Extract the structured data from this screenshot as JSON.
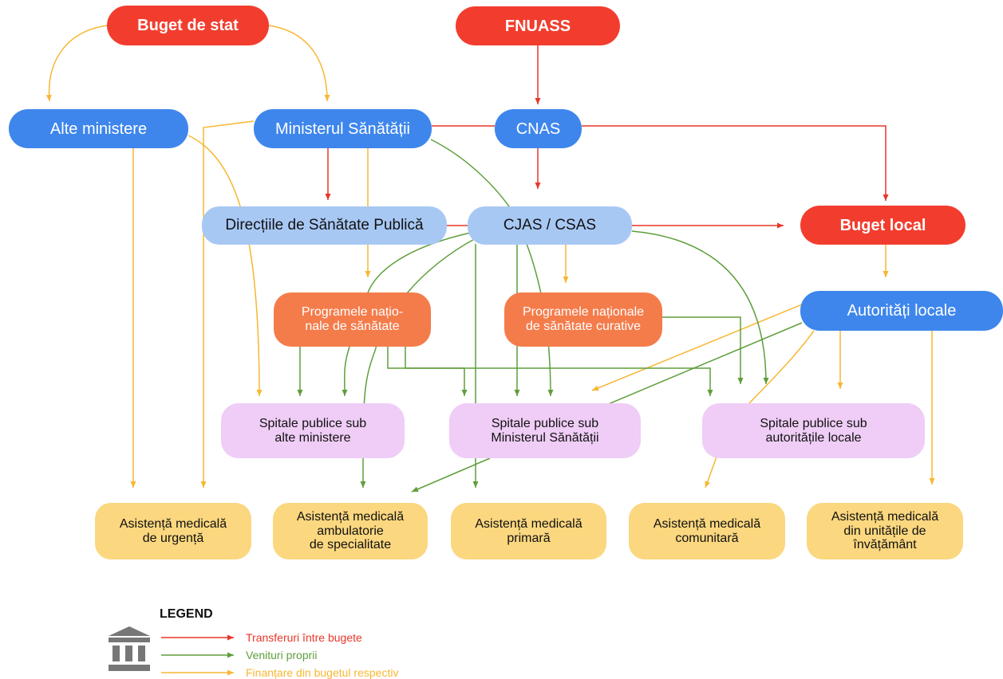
{
  "nodes": {
    "buget_stat": "Buget de stat",
    "fnuass": "FNUASS",
    "alte_ministere": "Alte ministere",
    "ministerul_sanatatii": "Ministerul Sănătății",
    "cnas": "CNAS",
    "directiile": "Direcțiile de Sănătate Publică",
    "cjas": "CJAS / CSAS",
    "buget_local": "Buget local",
    "programe_nat": "Programele națio-\nnale de sănătate",
    "programe_curative": "Programele naționale\nde sănătate curative",
    "autoritati_locale": "Autorități locale",
    "spitale_alte": "Spitale publice sub\nalte ministere",
    "spitale_ms": "Spitale publice sub\nMinisterul Sănătății",
    "spitale_autoritati": "Spitale publice sub\nautoritățile locale",
    "asist_urgenta": "Asistență medicală\nde urgență",
    "asist_ambulatorie": "Asistență medicală\nambulatorie\nde specialitate",
    "asist_primara": "Asistență medicală\nprimară",
    "asist_comunitara": "Asistență medicală\ncomunitară",
    "asist_invatamant": "Asistență medicală\ndin unitățile de\nînvățământ"
  },
  "legend": {
    "title": "LEGEND",
    "items": [
      {
        "label": "Transferuri între bugete",
        "color": "#e8362a"
      },
      {
        "label": "Venituri proprii",
        "color": "#5f9e3c"
      },
      {
        "label": "Finanțare din bugetul respectiv",
        "color": "#f7b731"
      }
    ]
  },
  "colors": {
    "transfer": "#e8362a",
    "own_revenue": "#5f9e3c",
    "financing": "#f7b731",
    "icon": "#777777"
  }
}
